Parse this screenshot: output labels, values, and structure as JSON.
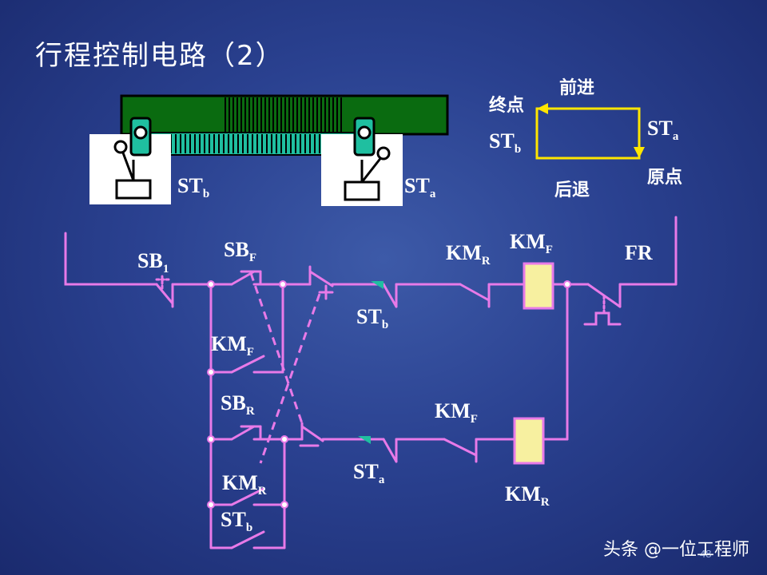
{
  "title": "行程控制电路（2）",
  "direction": {
    "end_point": "终点",
    "origin": "原点",
    "forward": "前进",
    "backward": "后退"
  },
  "labels": {
    "st": "ST",
    "sb": "SB",
    "km": "KM",
    "fr": "FR",
    "sub_a": "a",
    "sub_b": "b",
    "sub_f": "F",
    "sub_r": "R",
    "sub_1": "1"
  },
  "colors": {
    "wire": "#e87ae8",
    "coil": "#f7f0a0",
    "arrow": "#ffe600",
    "table": "#0a6b10"
  },
  "watermark": "头条 @一位工程师",
  "page_number": "48"
}
